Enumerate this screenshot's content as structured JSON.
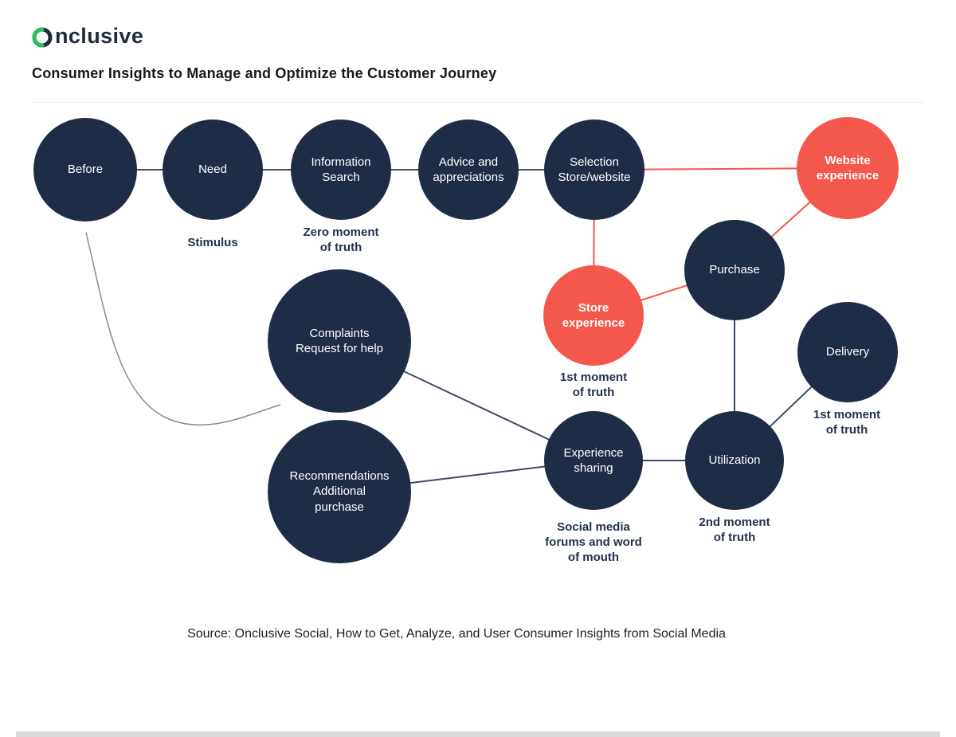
{
  "header": {
    "logo_o": "O",
    "logo_text": "nclusive",
    "title": "Consumer Insights to Manage and Optimize the Customer Journey"
  },
  "icons": {
    "logo_mark": "onclusive-o-ring-with-green-arc"
  },
  "colors": {
    "node_dark": "#1f2c46",
    "node_accent": "#f4574b",
    "line_dark": "#3d4a66",
    "line_accent": "#f4574b",
    "curve_gray": "#8b8b8b",
    "logo_green": "#2bbf57",
    "logo_navy": "#1f2b3d"
  },
  "diagram": {
    "nodes": [
      {
        "id": "before",
        "label": "Before"
      },
      {
        "id": "need",
        "label": "Need"
      },
      {
        "id": "information-search",
        "label": "Information\nSearch"
      },
      {
        "id": "advice-appreciations",
        "label": "Advice and\nappreciations"
      },
      {
        "id": "selection-store-website",
        "label": "Selection\nStore/website"
      },
      {
        "id": "website-experience",
        "label": "Website\nexperience"
      },
      {
        "id": "purchase",
        "label": "Purchase"
      },
      {
        "id": "store-experience",
        "label": "Store\nexperience"
      },
      {
        "id": "complaints",
        "label": "Complaints\nRequest for help"
      },
      {
        "id": "delivery",
        "label": "Delivery"
      },
      {
        "id": "experience-sharing",
        "label": "Experience\nsharing"
      },
      {
        "id": "utilization",
        "label": "Utilization"
      },
      {
        "id": "recommendations",
        "label": "Recommendations\nAdditional\npurchase"
      }
    ],
    "annotations": [
      {
        "for": "need",
        "text": "Stimulus"
      },
      {
        "for": "information-search",
        "text": "Zero moment\nof truth"
      },
      {
        "for": "store-experience",
        "text": "1st moment\nof truth"
      },
      {
        "for": "delivery",
        "text": "1st moment\nof truth"
      },
      {
        "for": "experience-sharing",
        "text": "Social media\nforums and word\nof mouth"
      },
      {
        "for": "utilization",
        "text": "2nd moment\nof truth"
      }
    ]
  },
  "footer": {
    "source": "Source: Onclusive Social, How to Get, Analyze, and User Consumer Insights from Social Media"
  }
}
